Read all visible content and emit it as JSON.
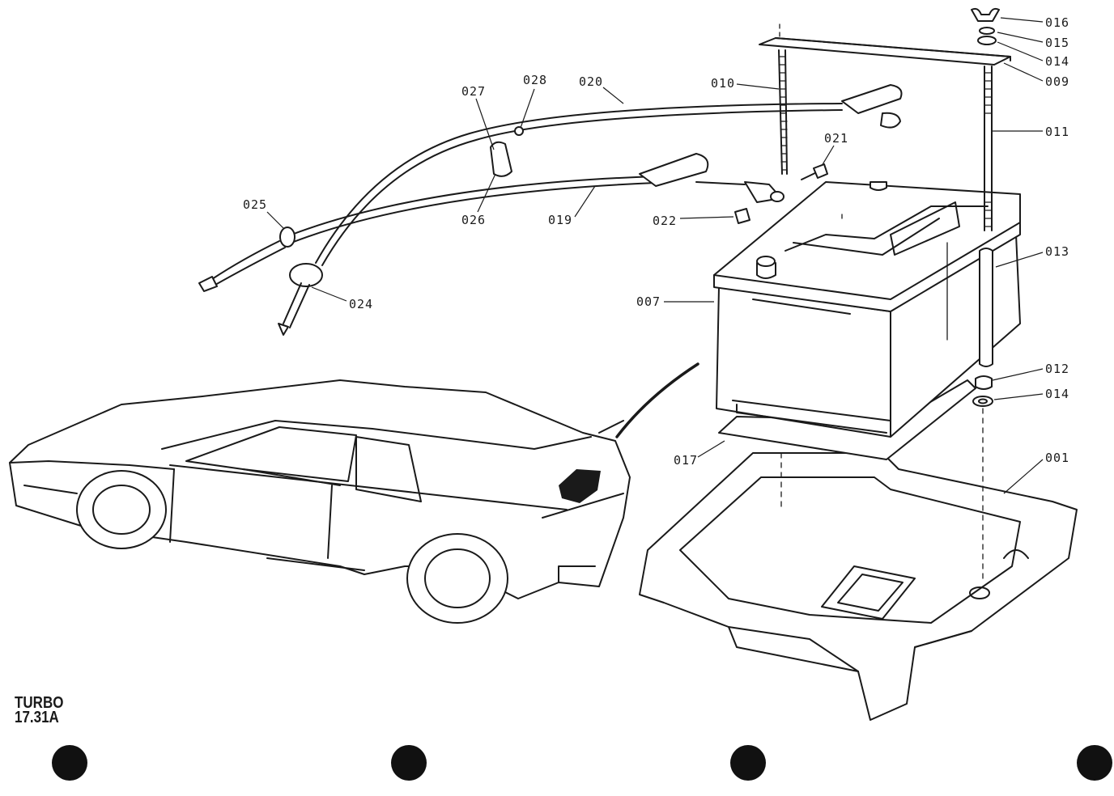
{
  "figure": {
    "label_line1": "TURBO",
    "label_line2": "17.31A"
  },
  "callouts": [
    {
      "id": "016",
      "text": "016"
    },
    {
      "id": "015",
      "text": "015"
    },
    {
      "id": "014a",
      "text": "014"
    },
    {
      "id": "009",
      "text": "009"
    },
    {
      "id": "011",
      "text": "011"
    },
    {
      "id": "013",
      "text": "013"
    },
    {
      "id": "012",
      "text": "012"
    },
    {
      "id": "014b",
      "text": "014"
    },
    {
      "id": "001",
      "text": "001"
    },
    {
      "id": "010",
      "text": "010"
    },
    {
      "id": "021",
      "text": "021"
    },
    {
      "id": "022",
      "text": "022"
    },
    {
      "id": "007",
      "text": "007"
    },
    {
      "id": "017",
      "text": "017"
    },
    {
      "id": "019",
      "text": "019"
    },
    {
      "id": "020",
      "text": "020"
    },
    {
      "id": "028",
      "text": "028"
    },
    {
      "id": "027",
      "text": "027"
    },
    {
      "id": "026",
      "text": "026"
    },
    {
      "id": "025",
      "text": "025"
    },
    {
      "id": "024",
      "text": "024"
    }
  ],
  "colors": {
    "ink": "#1a1a1a",
    "paper": "#ffffff"
  },
  "icons": [
    "punch-hole-icon"
  ]
}
